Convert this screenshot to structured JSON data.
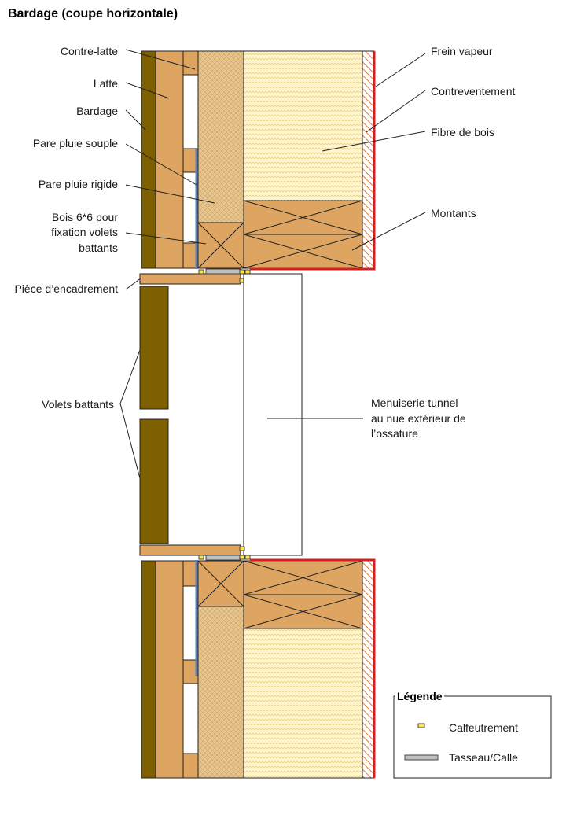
{
  "title": "Bardage (coupe horizontale)",
  "labels": {
    "contre_latte": "Contre-latte",
    "latte": "Latte",
    "bardage": "Bardage",
    "pare_pluie_souple": "Pare pluie souple",
    "pare_pluie_rigide": "Pare pluie rigide",
    "bois_6x6": [
      "Bois 6*6  pour",
      "fixation volets",
      "battants"
    ],
    "piece_encadrement": "Pièce d’encadrement",
    "volets_battants": "Volets battants",
    "frein_vapeur": "Frein vapeur",
    "contreventement": "Contreventement",
    "fibre_de_bois": "Fibre de bois",
    "montants": "Montants",
    "menuiserie": [
      "Menuiserie tunnel",
      "au nue extérieur de",
      "l’ossature"
    ]
  },
  "legend": {
    "title": "Légende",
    "items": [
      {
        "label": "Calfeutrement",
        "icon": "calfeutrement-swatch"
      },
      {
        "label": "Tasseau/Calle",
        "icon": "tasseau-swatch"
      }
    ]
  },
  "colors": {
    "wood": "#DDA561",
    "bardage": "#7F6000",
    "insulation": "#FFF5CC",
    "osb": "#E7C58E",
    "vapour_barrier": "#D42020",
    "membrane": "#5B7FB8",
    "calfeutrement": "#FFE64D",
    "tasseau": "#BFBFBF",
    "bracing_hatch": "#E07A3C"
  }
}
